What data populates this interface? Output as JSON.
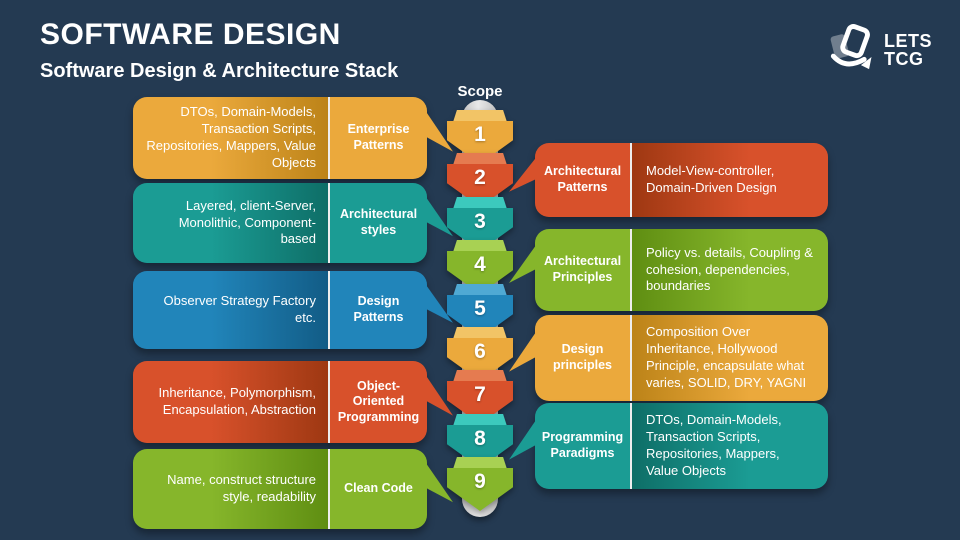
{
  "slide": {
    "title": "SOFTWARE DESIGN",
    "subtitle": "Software Design & Architecture Stack"
  },
  "logo": {
    "line1": "LETS",
    "line2": "TCG"
  },
  "palette": {
    "background": "#243A52",
    "orange": "#EBA93C",
    "red": "#D8512B",
    "teal": "#1B9C94",
    "green": "#86B62B",
    "blue": "#2185BA",
    "track_gray": "#D9D9D9",
    "text": "#FFFFFF"
  },
  "stack": {
    "label": "Scope",
    "steps": [
      {
        "num": "1",
        "color": "#EBA93C"
      },
      {
        "num": "2",
        "color": "#D8512B"
      },
      {
        "num": "3",
        "color": "#1B9C94"
      },
      {
        "num": "4",
        "color": "#86B62B"
      },
      {
        "num": "5",
        "color": "#2185BA"
      },
      {
        "num": "6",
        "color": "#EBA93C"
      },
      {
        "num": "7",
        "color": "#D8512B"
      },
      {
        "num": "8",
        "color": "#1B9C94"
      },
      {
        "num": "9",
        "color": "#86B62B"
      }
    ]
  },
  "left_boxes": [
    {
      "label": "Enterprise Patterns",
      "body": "DTOs, Domain-Models, Transaction Scripts, Repositories, Mappers, Value Objects",
      "color": "#EBA93C"
    },
    {
      "label": "Architectural styles",
      "body": "Layered, client-Server, Monolithic, Component-based",
      "color": "#1B9C94"
    },
    {
      "label": "Design Patterns",
      "body": "Observer Strategy Factory etc.",
      "color": "#2185BA"
    },
    {
      "label": "Object-Oriented Programming",
      "body": "Inheritance, Polymorphism, Encapsulation, Abstraction",
      "color": "#D8512B"
    },
    {
      "label": "Clean Code",
      "body": "Name, construct structure style, readability",
      "color": "#86B62B"
    }
  ],
  "right_boxes": [
    {
      "label": "Architectural Patterns",
      "body": "Model-View-controller, Domain-Driven Design",
      "color": "#D8512B"
    },
    {
      "label": "Architectural Principles",
      "body": "Policy vs. details, Coupling & cohesion, dependencies, boundaries",
      "color": "#86B62B"
    },
    {
      "label": "Design principles",
      "body": "Composition Over Inheritance, Hollywood Principle, encapsulate what varies, SOLID, DRY, YAGNI",
      "color": "#EBA93C"
    },
    {
      "label": "Programming Paradigms",
      "body": "DTOs, Domain-Models, Transaction Scripts, Repositories, Mappers, Value Objects",
      "color": "#1B9C94"
    }
  ]
}
